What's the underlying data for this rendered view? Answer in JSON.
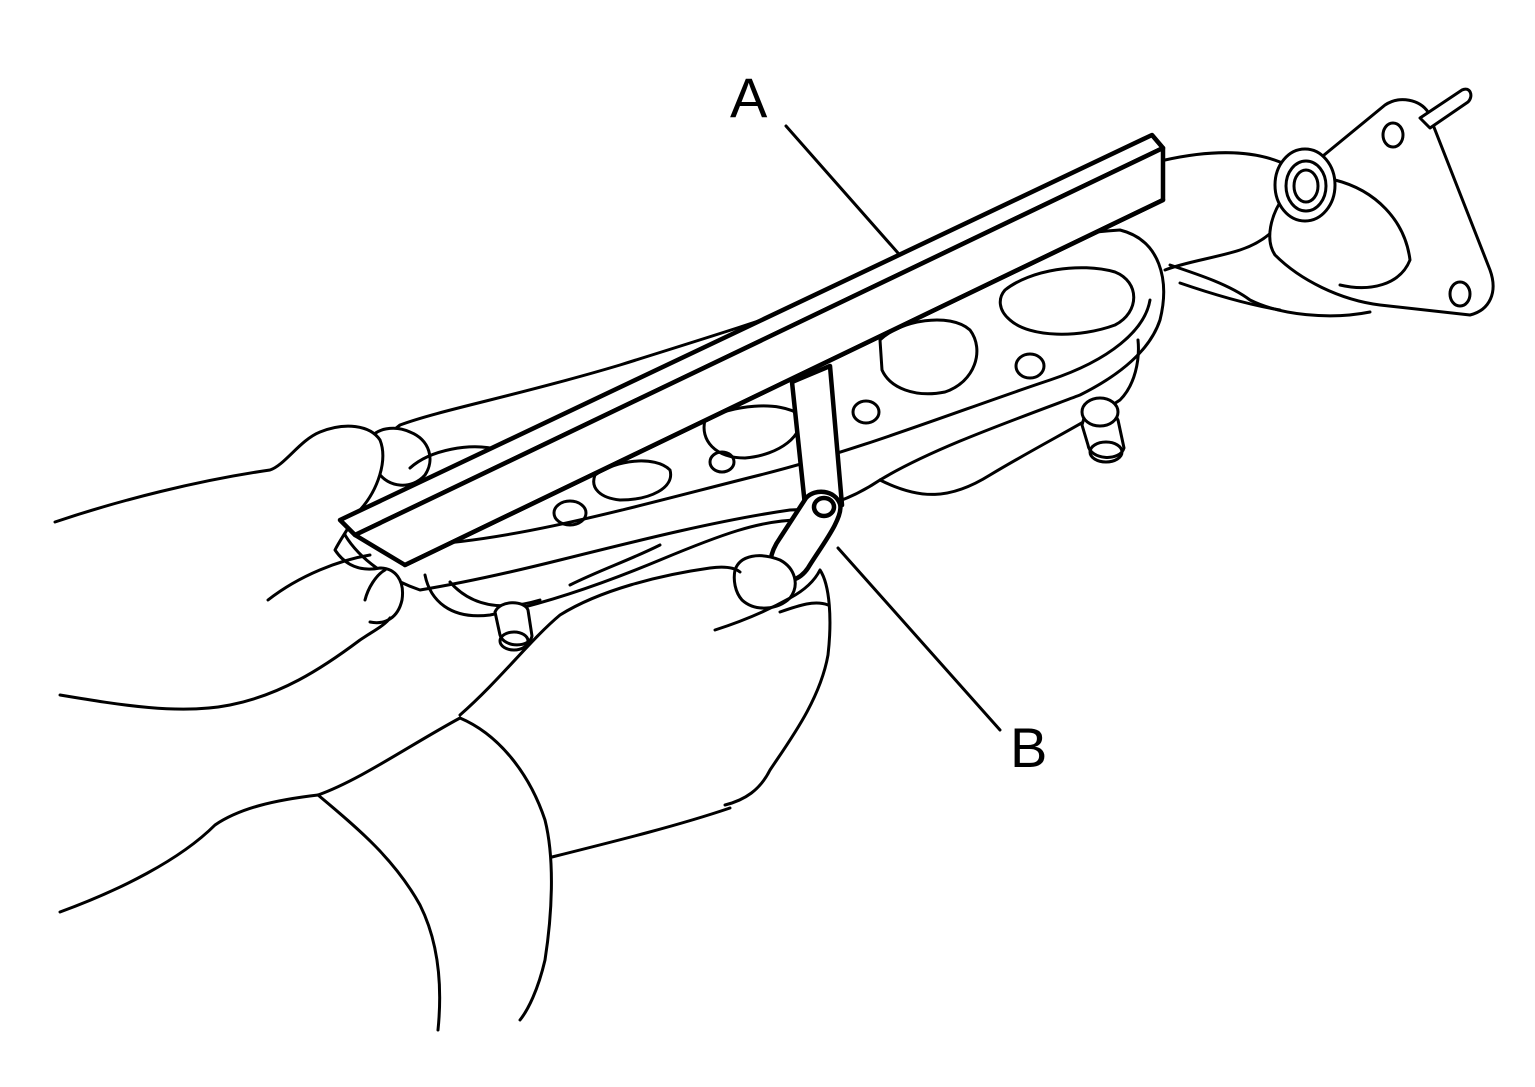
{
  "figure": {
    "callouts": [
      {
        "id": "a",
        "label": "A"
      },
      {
        "id": "b",
        "label": "B"
      }
    ]
  }
}
